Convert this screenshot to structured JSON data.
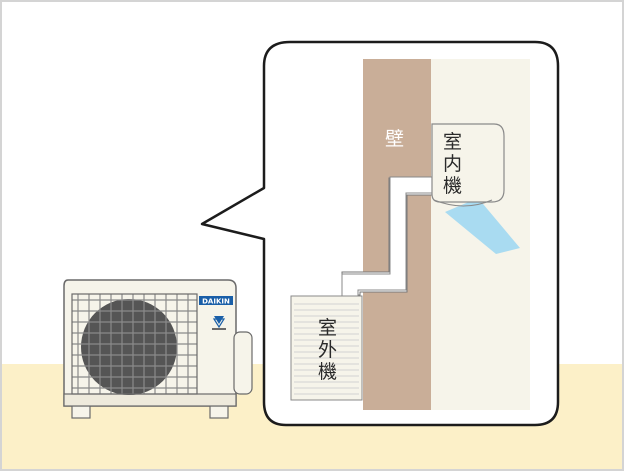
{
  "labels": {
    "wall": "壁",
    "indoor_unit": [
      "室",
      "内",
      "機"
    ],
    "outdoor_unit": [
      "室",
      "外",
      "機"
    ]
  },
  "brand": {
    "name": "DAIKIN",
    "color": "#1a5fa8"
  },
  "colors": {
    "floor": "#fcf0c8",
    "room_bg": "#f6f4ea",
    "wall": "#c9ae98",
    "airflow": "#a9dbf1",
    "unit_body": "#f6f4ea",
    "fan_grille": "#555555"
  }
}
